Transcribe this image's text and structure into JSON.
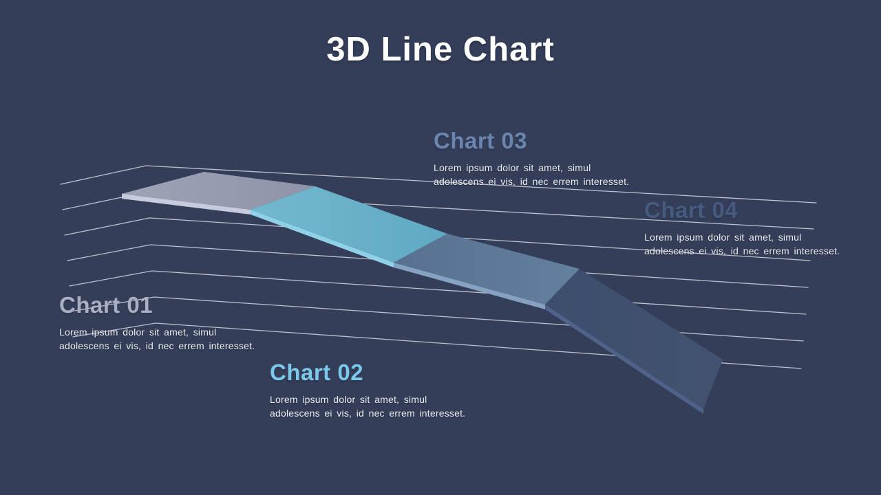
{
  "background_color": "#343e59",
  "title": {
    "text": "3D Line Chart",
    "color": "#ffffff"
  },
  "items": [
    {
      "label": "Chart 01",
      "label_color": "#a9aec3",
      "body": [
        "Lorem ipsum dolor sit amet,  simul",
        "adolescens ei vis, id nec errem  interesset."
      ]
    },
    {
      "label": "Chart 02",
      "label_color": "#7cc8ea",
      "body": [
        "Lorem ipsum dolor sit amet,  simul",
        "adolescens ei vis, id nec errem  interesset."
      ]
    },
    {
      "label": "Chart 03",
      "label_color": "#6b85ae",
      "body": [
        "Lorem ipsum dolor sit amet,  simul",
        "adolescens ei vis, id nec errem  interesset."
      ]
    },
    {
      "label": "Chart 04",
      "label_color": "#475a80",
      "body": [
        "Lorem ipsum dolor sit amet,  simul",
        "adolescens ei vis, id nec errem  interesset."
      ]
    }
  ],
  "chart_data": {
    "type": "area",
    "subtype": "3d-ribbon-line",
    "title": "3D Line Chart",
    "legend_position": "floating-annotations",
    "grid": true,
    "segments": [
      {
        "name": "Chart 01",
        "top_colors": [
          "#9fa3b6",
          "#8f93a9"
        ],
        "edge_color": "#c7cbde"
      },
      {
        "name": "Chart 02",
        "top_colors": [
          "#72b9cf",
          "#60a9c3"
        ],
        "edge_color": "#8fd2e8"
      },
      {
        "name": "Chart 03",
        "top_colors": [
          "#587090",
          "#63809e"
        ],
        "edge_color": "#86a2c3"
      },
      {
        "name": "Chart 04",
        "top_colors": [
          "#3d4d6d",
          "#42536f"
        ],
        "edge_color": "#4f628a"
      }
    ],
    "ribbon_front_path": [
      [
        177,
        282
      ],
      [
        364,
        305
      ],
      [
        572,
        382
      ],
      [
        792,
        443
      ],
      [
        1022,
        595
      ]
    ],
    "ribbon_back_path": [
      [
        297,
        250
      ],
      [
        458,
        271
      ],
      [
        650,
        340
      ],
      [
        842,
        391
      ],
      [
        1050,
        523
      ]
    ],
    "ribbon_edge_thickness": 7,
    "gridlines": {
      "color": "#d2d5dd",
      "opacity": 0.88,
      "stroke_width": 1.3,
      "lines": [
        [
          [
            88,
            268
          ],
          [
            212,
            241
          ],
          [
            1186,
            295
          ]
        ],
        [
          [
            91,
            305
          ],
          [
            215,
            279
          ],
          [
            1182,
            333
          ]
        ],
        [
          [
            94,
            342
          ],
          [
            217,
            317
          ],
          [
            1177,
            379
          ]
        ],
        [
          [
            98,
            379
          ],
          [
            219,
            356
          ],
          [
            1174,
            418
          ]
        ],
        [
          [
            101,
            416
          ],
          [
            221,
            394
          ],
          [
            1171,
            457
          ]
        ],
        [
          [
            103,
            453
          ],
          [
            224,
            432
          ],
          [
            1167,
            496
          ]
        ],
        [
          [
            106,
            490
          ],
          [
            226,
            470
          ],
          [
            1164,
            536
          ]
        ]
      ]
    }
  }
}
